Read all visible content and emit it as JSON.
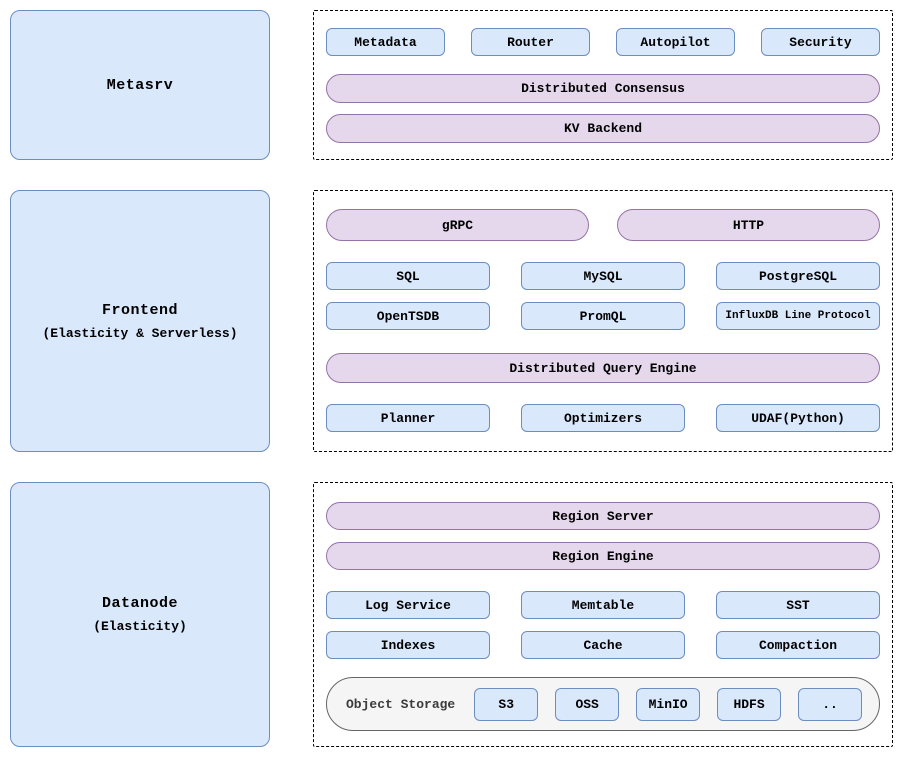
{
  "groups": {
    "metasrv": {
      "title": "Metasrv",
      "boxes": [
        "Metadata",
        "Router",
        "Autopilot",
        "Security"
      ],
      "pills": [
        "Distributed Consensus",
        "KV Backend"
      ]
    },
    "frontend": {
      "title": "Frontend",
      "subtitle": "(Elasticity & Serverless)",
      "protocol_pills": [
        "gRPC",
        "HTTP"
      ],
      "query_protocols_row1": [
        "SQL",
        "MySQL",
        "PostgreSQL"
      ],
      "query_protocols_row2": [
        "OpenTSDB",
        "PromQL",
        "InfluxDB Line Protocol"
      ],
      "engine_pill": "Distributed Query Engine",
      "engine_components": [
        "Planner",
        "Optimizers",
        "UDAF(Python)"
      ]
    },
    "datanode": {
      "title": "Datanode",
      "subtitle": "(Elasticity)",
      "pills": [
        "Region Server",
        "Region Engine"
      ],
      "storage_row1": [
        "Log Service",
        "Memtable",
        "SST"
      ],
      "storage_row2": [
        "Indexes",
        "Cache",
        "Compaction"
      ],
      "object_storage": {
        "label": "Object Storage",
        "backends": [
          "S3",
          "OSS",
          "MinIO",
          "HDFS",
          ".."
        ]
      }
    }
  },
  "colors": {
    "box_fill": "#dae8fc",
    "box_border": "#6c8ebf",
    "pill_fill": "#e5d8ec",
    "pill_border": "#9673a6",
    "object_storage_fill": "#f5f5f5",
    "object_storage_border": "#666666",
    "dashed_border": "#000000"
  }
}
